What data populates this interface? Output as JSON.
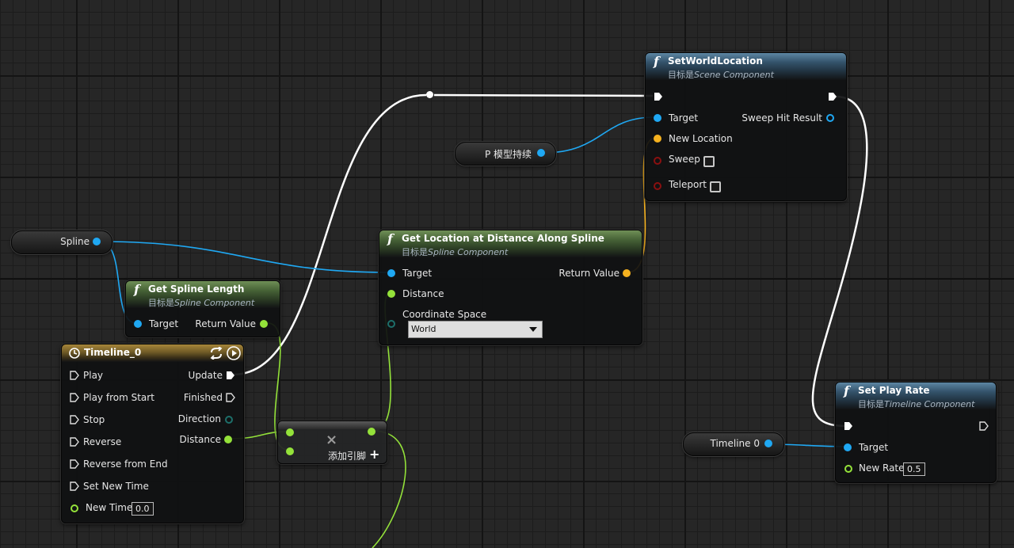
{
  "variables": {
    "spline": "Spline",
    "p_model": "P 模型持续",
    "timeline0": "Timeline 0"
  },
  "set_world_location": {
    "title": "SetWorldLocation",
    "target_prefix": "目标是",
    "target_class": "Scene Component",
    "pins": {
      "target": "Target",
      "new_location": "New Location",
      "sweep": "Sweep",
      "teleport": "Teleport",
      "sweep_hit_result": "Sweep Hit Result"
    }
  },
  "get_location": {
    "title": "Get Location at Distance Along Spline",
    "target_prefix": "目标是",
    "target_class": "Spline Component",
    "pins": {
      "target": "Target",
      "distance": "Distance",
      "coordinate_space": "Coordinate Space",
      "return_value": "Return Value"
    },
    "coordinate_space_value": "World"
  },
  "get_spline_length": {
    "title": "Get Spline Length",
    "target_prefix": "目标是",
    "target_class": "Spline Component",
    "pins": {
      "target": "Target",
      "return_value": "Return Value"
    }
  },
  "timeline": {
    "title": "Timeline_0",
    "inputs": [
      "Play",
      "Play from Start",
      "Stop",
      "Reverse",
      "Reverse from End",
      "Set New Time"
    ],
    "new_time_label": "New Time",
    "new_time_value": "0.0",
    "outputs": {
      "update": "Update",
      "finished": "Finished",
      "direction": "Direction",
      "distance": "Distance"
    }
  },
  "multiply_node": {
    "symbol": "×",
    "add_pin_label": "添加引脚",
    "add_pin_icon": "+"
  },
  "set_play_rate": {
    "title": "Set Play Rate",
    "target_prefix": "目标是",
    "target_class": "Timeline Component",
    "pins": {
      "target": "Target",
      "new_rate": "New Rate"
    },
    "new_rate_value": "0.5"
  },
  "colors": {
    "exec_wire": "#ffffff",
    "object_pin": "#1fa8f3",
    "float_pin": "#94e23a",
    "vector_pin": "#f5b11f",
    "bool_pin": "#8a1010"
  }
}
